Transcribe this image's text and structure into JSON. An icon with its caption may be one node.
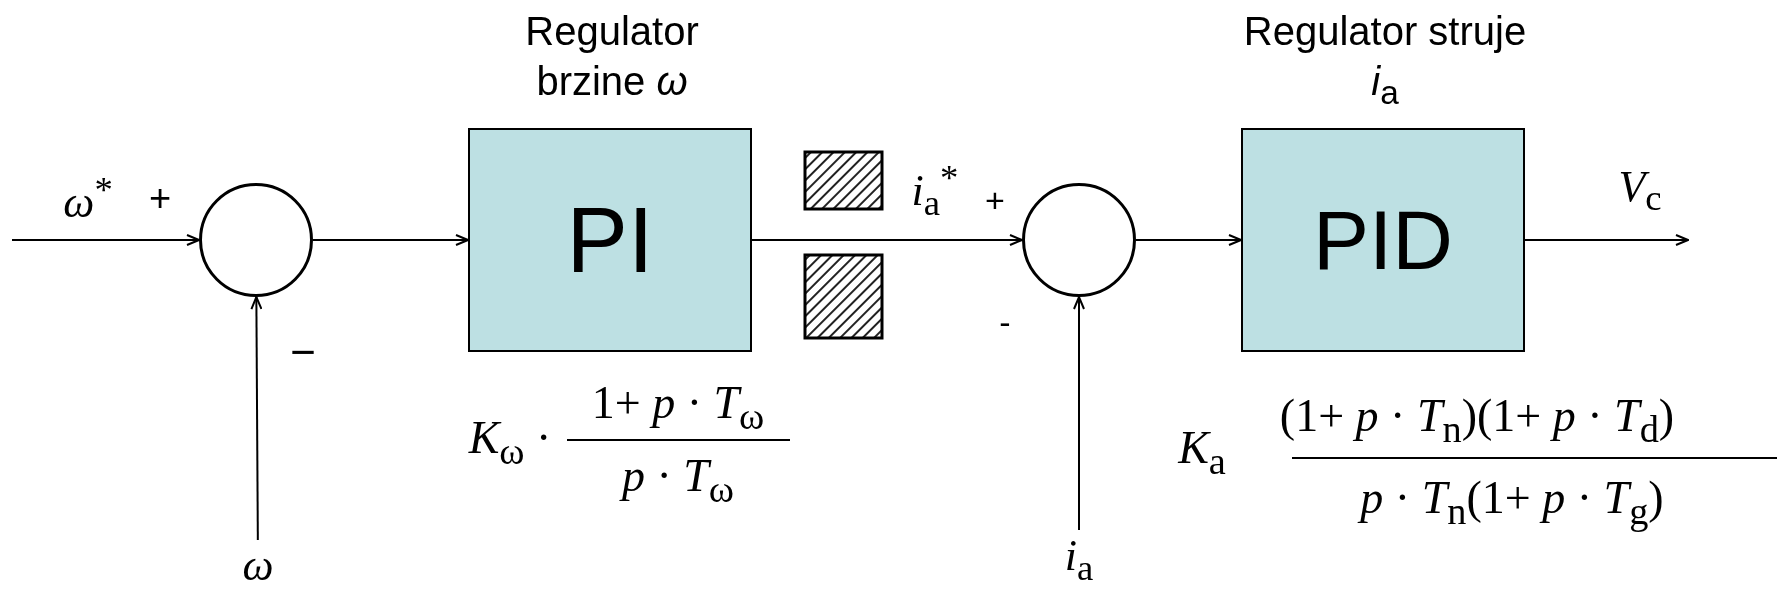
{
  "diagram": {
    "nodes": [
      {
        "text": [],
        "shape": "circle"
      },
      {
        "text": [
          "Regulator brzine *ω*",
          "PI"
        ],
        "beside": [
          "*K*$_{ω}$ ·",
          "1+ *p* · *T*$_{ω}$",
          "*p* · *T*$_{ω}$"
        ]
      },
      {
        "text": [],
        "shape": "circle"
      },
      {
        "text": [
          "Regulator struje *i*$_{a}$",
          "PID"
        ],
        "beside": [
          "*K*$_{a}$",
          "(1+ *p* · *T*$_{n}$)(1+ *p* · *T*$_{d}$)",
          "*p* · *T*$_{n}$(1+ *p* · *T*$_{g}$)"
        ]
      },
      {
        "text": [
          "ω"
        ]
      },
      {
        "text": [
          "*i*$_{a}$"
        ]
      }
    ],
    "edges": [
      {
        "from": null,
        "to": 0,
        "arrow": "to",
        "label": "*ω*$^{*}$"
      },
      {
        "from": 4,
        "to": 0,
        "arrow": "to"
      },
      {
        "from": 0,
        "to": 1,
        "arrow": "to"
      },
      {
        "from": 1,
        "to": 2,
        "arrow": "to",
        "label": "*i*$_{a}$$^{*}$"
      },
      {
        "from": 5,
        "to": 2,
        "arrow": "to"
      },
      {
        "from": 2,
        "to": 3,
        "arrow": "to"
      },
      {
        "from": 3,
        "to": null,
        "arrow": "to",
        "label": "*V*$_{c}$"
      }
    ],
    "labels": [
      "+",
      "−",
      "+",
      "-"
    ]
  }
}
